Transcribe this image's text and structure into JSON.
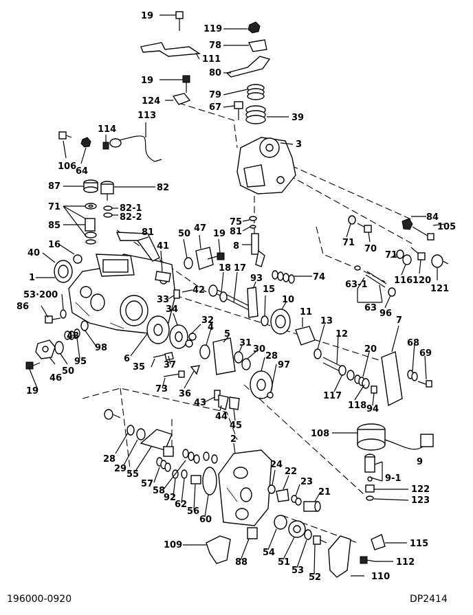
{
  "diagram": {
    "part_number": "196000-0920",
    "figure_code": "DP2414",
    "callouts": {
      "c19a": "19",
      "c119": "119",
      "c78": "78",
      "c111": "111",
      "c80": "80",
      "c19b": "19",
      "c79": "79",
      "c124": "124",
      "c67": "67",
      "c39": "39",
      "c113": "113",
      "c114": "114",
      "c3": "3",
      "c106": "106",
      "c64": "64",
      "c87": "87",
      "c82": "82",
      "c82_1": "82-1",
      "c82_2": "82-2",
      "c71a": "71",
      "c85": "85",
      "c84": "84",
      "c105": "105",
      "c75": "75",
      "c81": "81",
      "c47": "47",
      "c50a": "50",
      "c19c": "19",
      "c8": "8",
      "c71b": "71",
      "c70": "70",
      "c16": "16",
      "c40": "40",
      "c41": "41",
      "c71c": "71",
      "c116": "116",
      "c120": "120",
      "c121": "121",
      "c74": "74",
      "c1": "1",
      "c18": "18",
      "c17": "17",
      "c93": "93",
      "c42": "42",
      "c63_1": "63-1",
      "c53_200": "53·200",
      "c33": "33",
      "c15": "15",
      "c10": "10",
      "c63": "63",
      "c96a": "96",
      "c86": "86",
      "c34": "34",
      "c32": "32",
      "c4": "4",
      "c11": "11",
      "c13": "13",
      "c7": "7",
      "c48": "48",
      "c98": "98",
      "c5": "5",
      "c12": "12",
      "c95": "95",
      "c31": "31",
      "c6": "6",
      "c46": "46",
      "c50b": "50",
      "c30": "30",
      "c20": "20",
      "c68": "68",
      "c69": "69",
      "c28a": "28",
      "c97": "97",
      "c35": "35",
      "c37": "37",
      "c19d": "19",
      "c73": "73",
      "c117": "117",
      "c118": "118",
      "c94": "94",
      "c36": "36",
      "c43": "43",
      "c44": "44",
      "c45": "45",
      "c108": "108",
      "c2": "2",
      "c28b": "28",
      "c29": "29",
      "c55": "55",
      "c9": "9",
      "c24": "24",
      "c22": "22",
      "c9_1": "9-1",
      "c57": "57",
      "c58": "58",
      "c23": "23",
      "c122": "122",
      "c92": "92",
      "c123": "123",
      "c62": "62",
      "c21": "21",
      "c56": "56",
      "c60": "60",
      "c115": "115",
      "c109": "109",
      "c54": "54",
      "c88": "88",
      "c51": "51",
      "c53": "53",
      "c52": "52",
      "c112": "112",
      "c110": "110"
    }
  }
}
